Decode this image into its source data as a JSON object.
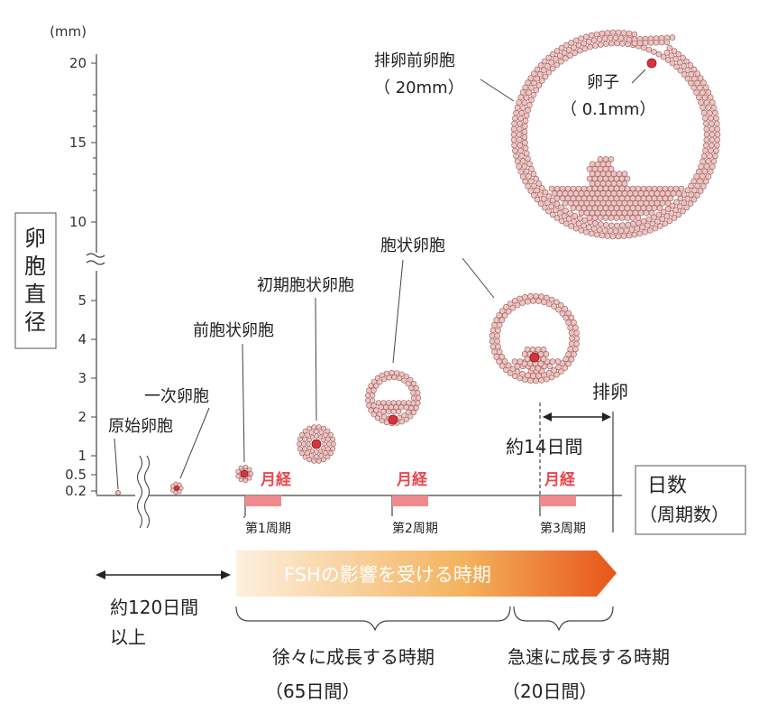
{
  "axis": {
    "unit": "(mm)",
    "ticks": [
      "20",
      "15",
      "10",
      "5",
      "4",
      "3",
      "2",
      "1",
      "0.5",
      "0.2"
    ],
    "ylabel_chars": [
      "卵",
      "胞",
      "直",
      "径"
    ],
    "xlabel_line1": "日数",
    "xlabel_line2": "（周期数）"
  },
  "stages": {
    "primordial": "原始卵胞",
    "primary": "一次卵胞",
    "preantral": "前胞状卵胞",
    "early_antral": "初期胞状卵胞",
    "antral": "胞状卵胞",
    "preovulatory_line1": "排卵前卵胞",
    "preovulatory_line2": "（ 20mm）",
    "oocyte_line1": "卵子",
    "oocyte_line2": "（ 0.1mm）"
  },
  "cycles": {
    "menstruation": "月経",
    "labels": [
      "第1周期",
      "第2周期",
      "第3周期"
    ]
  },
  "ovulation": {
    "label": "排卵",
    "interval": "約14日間"
  },
  "fsh": {
    "label": "FSHの影響を受ける時期",
    "colors": [
      "#fdf0df",
      "#f4b25c",
      "#e8551a"
    ]
  },
  "periods": {
    "before_line1": "約120日間",
    "before_line2": "以上",
    "gradual_line1": "徐々に成長する時期",
    "gradual_line2": "（65日間）",
    "rapid_line1": "急速に成長する時期",
    "rapid_line2": "（20日間）"
  },
  "colors": {
    "cell_fill": "#f2c3c0",
    "cell_stroke": "#8c5e5c",
    "oocyte": "#d8333d",
    "menstruation": "#e8474f",
    "axis": "#444444"
  }
}
